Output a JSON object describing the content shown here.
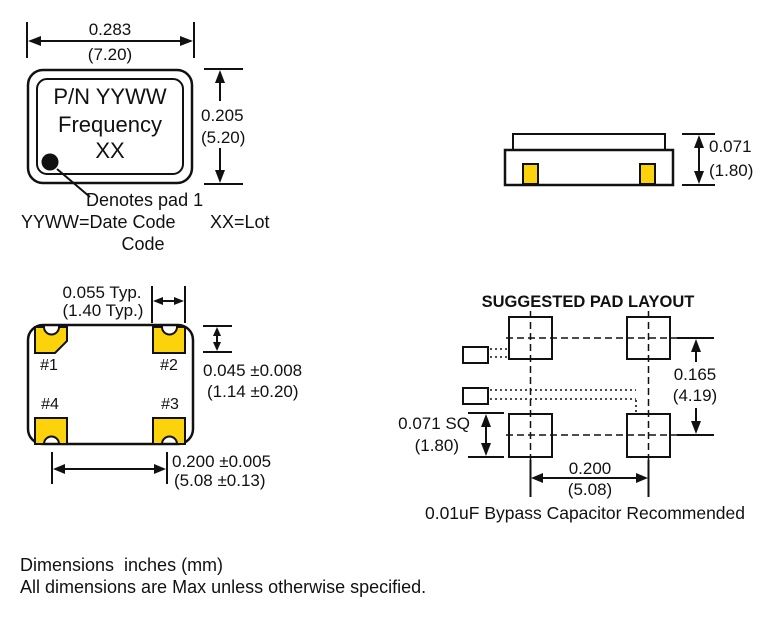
{
  "top_view": {
    "width_dim": {
      "inches": "0.283",
      "mm": "(7.20)"
    },
    "height_dim": {
      "inches": "0.205",
      "mm": "(5.20)"
    },
    "marking": {
      "line1": "P/N YYWW",
      "line2": "Frequency",
      "line3": "XX"
    },
    "pad1_note": "Denotes pad 1",
    "legend_left": "YYWW=Date Code",
    "legend_right": "XX=Lot",
    "legend_cont": "Code"
  },
  "side_view": {
    "height_dim": {
      "inches": "0.071",
      "mm": "(1.80)"
    }
  },
  "bottom_view": {
    "pad_width_dim": {
      "inches": "0.055 Typ.",
      "mm": "(1.40 Typ.)"
    },
    "pad_height_dim": {
      "inches": "0.045 ±0.008",
      "mm": "(1.14 ±0.20)"
    },
    "pad_pitch_dim": {
      "inches": "0.200 ±0.005",
      "mm": "(5.08 ±0.13)"
    },
    "pads": [
      {
        "label": "#1"
      },
      {
        "label": "#2"
      },
      {
        "label": "#3"
      },
      {
        "label": "#4"
      }
    ]
  },
  "pad_layout": {
    "title": "SUGGESTED PAD LAYOUT",
    "vertical_pitch_dim": {
      "inches": "0.165",
      "mm": "(4.19)"
    },
    "pad_size_dim": {
      "inches": "0.071 SQ",
      "mm": "(1.80)"
    },
    "horizontal_pitch_dim": {
      "inches": "0.200",
      "mm": "(5.08)"
    },
    "caption": "0.01uF Bypass Capacitor Recommended"
  },
  "notes": {
    "line1": "Dimensions  inches (mm)",
    "line2": "All dimensions are Max unless otherwise specified."
  },
  "colors": {
    "pad_fill": "#FCD20A",
    "line": "#111111",
    "background": "#FFFFFF"
  }
}
